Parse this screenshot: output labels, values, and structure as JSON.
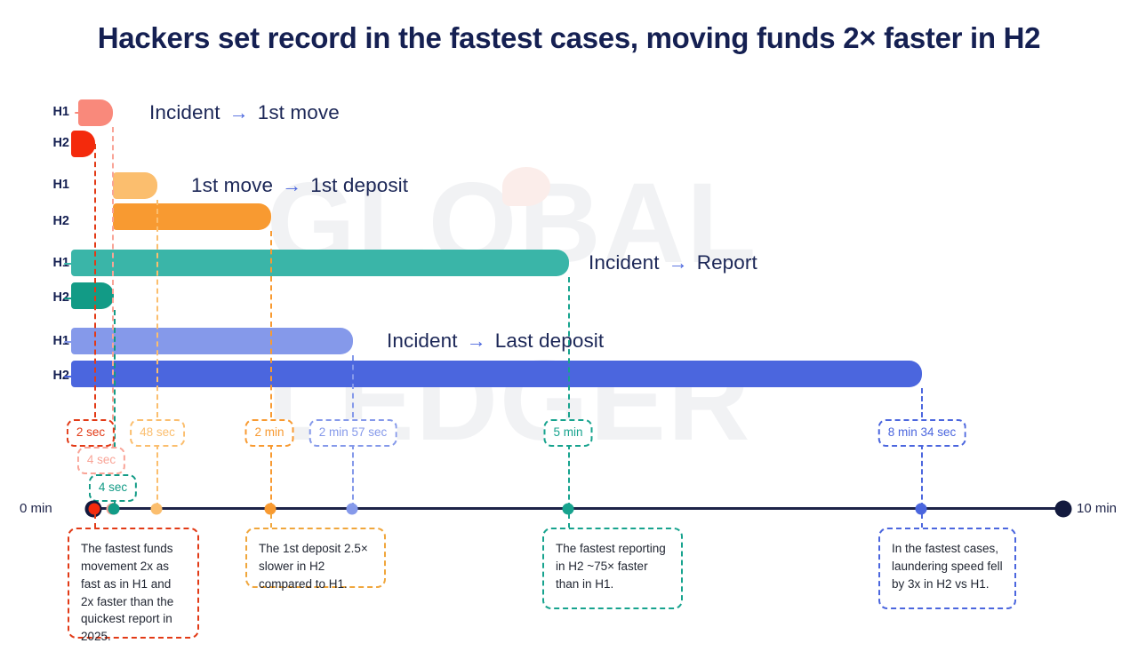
{
  "title": "Hackers set record in the fastest cases, moving funds 2× faster in H2",
  "watermark": {
    "line1": "GLOBAL",
    "line2": "LEDGER"
  },
  "axis": {
    "start_label": "0 min",
    "end_label": "10 min"
  },
  "colors": {
    "h1_move": "#F9897B",
    "h2_move": "#F42A0C",
    "h1_deposit": "#FBBE6E",
    "h2_deposit": "#F89A31",
    "h1_report": "#3AB5A8",
    "h2_report": "#129B86",
    "h1_last": "#8599EA",
    "h2_last": "#4B66DE",
    "text_dark": "#152052",
    "arrow": "#4B66DE",
    "axis": "#1D2348"
  },
  "chart_data": {
    "type": "bar",
    "title": "Hackers set record in the fastest cases, moving funds 2× faster in H2",
    "orientation": "horizontal",
    "xlabel": "",
    "ylabel": "",
    "xlim": [
      0,
      600
    ],
    "x_unit": "seconds",
    "grid": false,
    "legend": "inline-series-labels",
    "axis_ticks": [
      "0 min",
      "10 min"
    ],
    "categories": [
      "Incident → 1st move",
      "1st move → 1st deposit",
      "Incident → Report",
      "Incident → Last deposit"
    ],
    "series": [
      {
        "name": "H1",
        "values": [
          4,
          48,
          300,
          177
        ],
        "labels": [
          "4 sec",
          "48 sec",
          "5 min",
          "2 min 57 sec"
        ]
      },
      {
        "name": "H2",
        "values": [
          2,
          120,
          4,
          514
        ],
        "labels": [
          "2 sec",
          "2 min",
          "4 sec",
          "8 min 34 sec"
        ]
      }
    ]
  },
  "groups": [
    {
      "label_html": "Incident → 1st move",
      "label_left": "Incident",
      "label_right": "1st move",
      "rows": [
        {
          "name": "H1",
          "value_label": "4 sec",
          "color": "#F9897B"
        },
        {
          "name": "H2",
          "value_label": "2 sec",
          "color": "#F42A0C"
        }
      ]
    },
    {
      "label_left": "1st move",
      "label_right": "1st deposit",
      "rows": [
        {
          "name": "H1",
          "value_label": "48 sec",
          "color": "#FBBE6E"
        },
        {
          "name": "H2",
          "value_label": "2 min",
          "color": "#F89A31"
        }
      ]
    },
    {
      "label_left": "Incident",
      "label_right": "Report",
      "rows": [
        {
          "name": "H1",
          "value_label": "5 min",
          "color": "#3AB5A8"
        },
        {
          "name": "H2",
          "value_label": "4 sec",
          "color": "#129B86"
        }
      ]
    },
    {
      "label_left": "Incident",
      "label_right": "Last deposit",
      "rows": [
        {
          "name": "H1",
          "value_label": "2 min 57 sec",
          "color": "#8599EA"
        },
        {
          "name": "H2",
          "value_label": "8 min 34 sec",
          "color": "#4B66DE"
        }
      ]
    }
  ],
  "value_pills": [
    {
      "text": "2 sec",
      "color": "#E23A16"
    },
    {
      "text": "4 sec",
      "color": "#F9A497"
    },
    {
      "text": "4 sec",
      "color": "#129B86"
    },
    {
      "text": "48 sec",
      "color": "#FBBE6E"
    },
    {
      "text": "2 min",
      "color": "#F89A31"
    },
    {
      "text": "2 min 57 sec",
      "color": "#8599EA"
    },
    {
      "text": "5 min",
      "color": "#17A38E"
    },
    {
      "text": "8 min 34 sec",
      "color": "#4B66DE"
    }
  ],
  "annotations": [
    {
      "text": "The fastest funds movement 2x as fast as in H1 and 2x faster than the quickest report in 2025.",
      "color": "#E23A16"
    },
    {
      "text": "The 1st deposit 2.5× slower in H2 compared to H1.",
      "color": "#F0A63C"
    },
    {
      "text": "The fastest reporting in H2 ~75× faster than in H1.",
      "color": "#17A38E"
    },
    {
      "text": "In the fastest cases, laundering speed fell by 3x in H2 vs H1.",
      "color": "#4B66DE"
    }
  ]
}
